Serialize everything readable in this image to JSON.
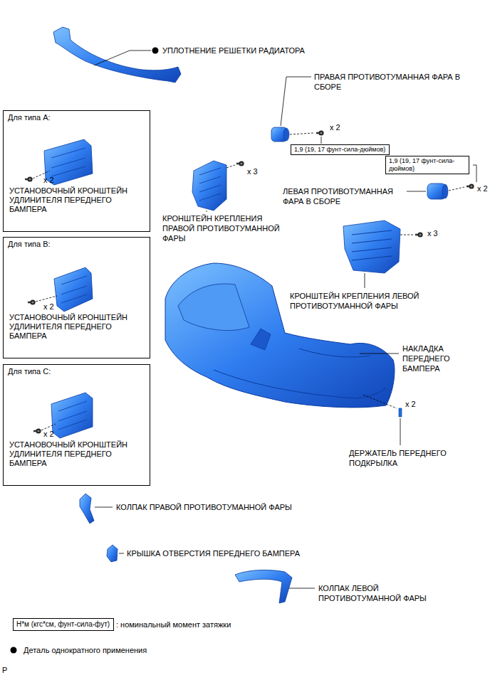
{
  "diagram": {
    "nodes": [
      {
        "text": [
          "Для типа A:",
          "x 2",
          "УСТАНОВОЧНЫЙ КРОНШТЕЙН УДЛИНИТЕЛЯ ПЕРЕДНЕГО БАМПЕРА"
        ]
      },
      {
        "text": [
          "Для типа B:",
          "x 2",
          "УСТАНОВОЧНЫЙ КРОНШТЕЙН УДЛИНИТЕЛЯ ПЕРЕДНЕГО БАМПЕРА"
        ]
      },
      {
        "text": [
          "Для типа C:",
          "x 2",
          "УСТАНОВОЧНЫЙ КРОНШТЕЙН УДЛИНИТЕЛЯ ПЕРЕДНЕГО БАМПЕРА"
        ]
      },
      {
        "text": [
          "1,9 (19, 17 фунт-сила-дюймов)"
        ]
      },
      {
        "text": [
          "1,9 (19, 17 фунт-сила-дюймов)"
        ]
      },
      {
        "text": [
          "Н*м (кгс*см, фунт-сила-фут)"
        ]
      }
    ],
    "labels": [
      "УПЛОТНЕНИЕ РЕШЕТКИ РАДИАТОРА",
      "ПРАВАЯ ПРОТИВОТУМАННАЯ ФАРА В СБОРЕ",
      "x 2",
      "x 3",
      "КРОНШТЕЙН КРЕПЛЕНИЯ ПРАВОЙ ПРОТИВОТУМАННОЙ ФАРЫ",
      "ЛЕВАЯ ПРОТИВОТУМАННАЯ ФАРА В СБОРЕ",
      "x 2",
      "x 3",
      "КРОНШТЕЙН КРЕПЛЕНИЯ ЛЕВОЙ ПРОТИВОТУМАННОЙ ФАРЫ",
      "НАКЛАДКА ПЕРЕДНЕГО БАМПЕРА",
      "x 2",
      "ДЕРЖАТЕЛЬ ПЕРЕДНЕГО ПОДКРЫЛКА",
      "КОЛПАК ПРАВОЙ ПРОТИВОТУМАННОЙ ФАРЫ",
      "КРЫШКА ОТВЕРСТИЯ ПЕРЕДНЕГО БАМПЕРА",
      "КОЛПАК ЛЕВОЙ ПРОТИВОТУМАННОЙ ФАРЫ",
      ": номинальный момент затяжки",
      "P"
    ],
    "legend": [
      {
        "text": "Деталь однократного применения"
      }
    ]
  }
}
